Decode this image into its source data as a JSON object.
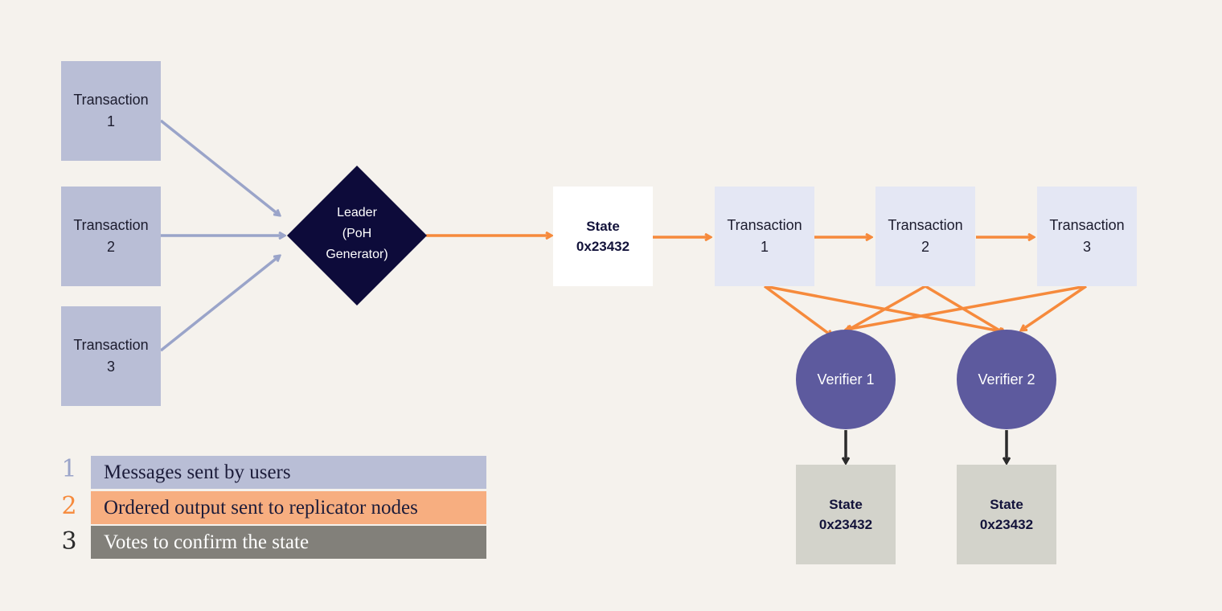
{
  "colors": {
    "background": "#f5f2ed",
    "input_tx": "#b9bed6",
    "output_tx": "#e4e7f4",
    "leader": "#0d0b3a",
    "verifier": "#5d5a9e",
    "state_grey": "#d3d3cb",
    "arrow_blue": "#9aa4c9",
    "arrow_orange": "#f68a3c",
    "arrow_dark": "#2b2b2b"
  },
  "inputs": [
    {
      "line1": "Transaction",
      "line2": "1"
    },
    {
      "line1": "Transaction",
      "line2": "2"
    },
    {
      "line1": "Transaction",
      "line2": "3"
    }
  ],
  "leader": {
    "line1": "Leader",
    "line2": "(PoH",
    "line3": "Generator)"
  },
  "state_main": {
    "line1": "State",
    "line2": "0x23432"
  },
  "outputs": [
    {
      "line1": "Transaction",
      "line2": "1"
    },
    {
      "line1": "Transaction",
      "line2": "2"
    },
    {
      "line1": "Transaction",
      "line2": "3"
    }
  ],
  "verifiers": [
    "Verifier 1",
    "Verifier 2"
  ],
  "verifier_states": [
    {
      "line1": "State",
      "line2": "0x23432"
    },
    {
      "line1": "State",
      "line2": "0x23432"
    }
  ],
  "legend": [
    {
      "num": "1",
      "text": "Messages sent by users",
      "bar_color": "#b9bed6",
      "num_color": "#9aa4c9",
      "text_color": "#1c1c3a"
    },
    {
      "num": "2",
      "text": "Ordered output sent to replicator nodes",
      "bar_color": "#f7ae80",
      "num_color": "#f68a3c",
      "text_color": "#1c1c3a"
    },
    {
      "num": "3",
      "text": "Votes to confirm the state",
      "bar_color": "#82807a",
      "num_color": "#2b2b2b",
      "text_color": "#ffffff"
    }
  ]
}
